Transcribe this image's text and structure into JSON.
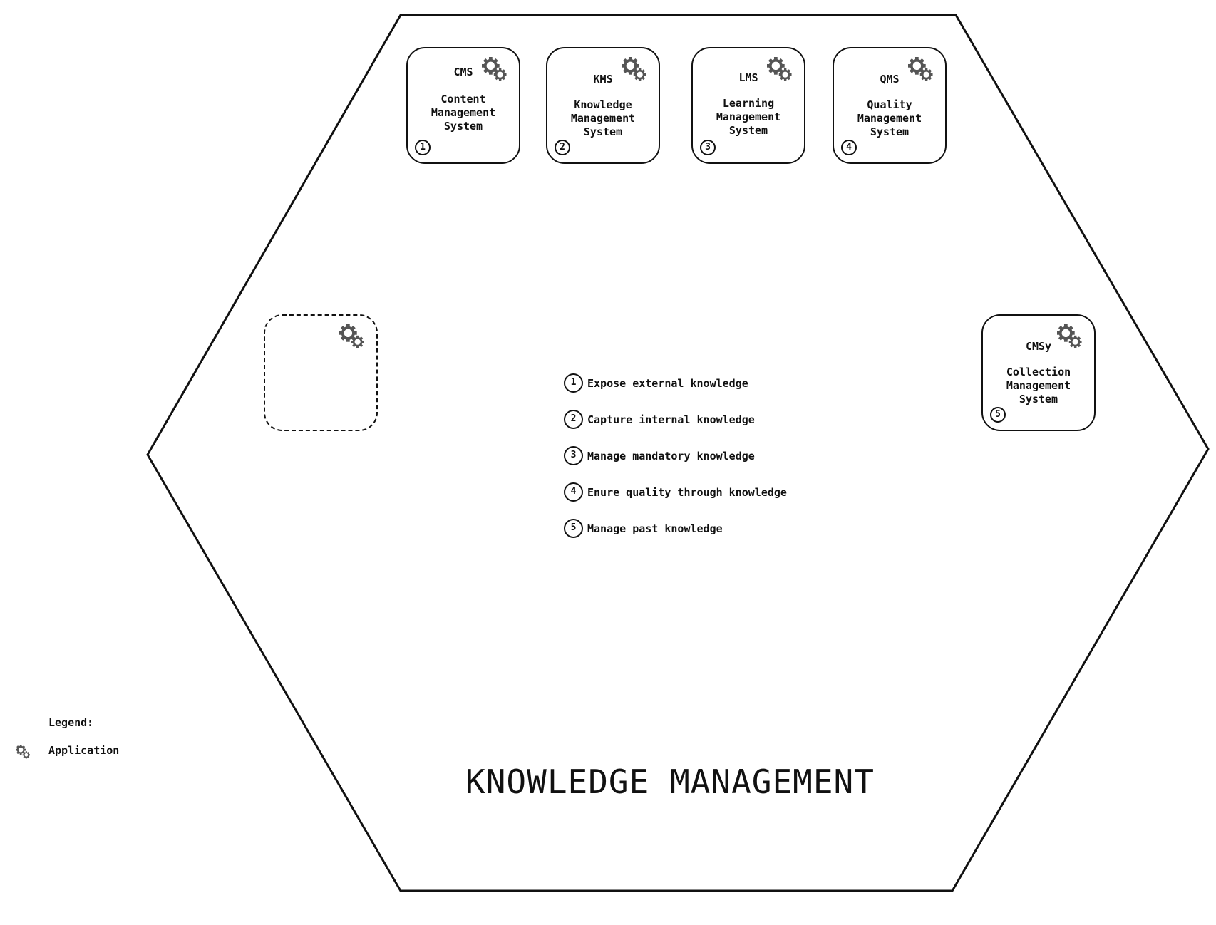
{
  "title": "KNOWLEDGE MANAGEMENT",
  "applications": [
    {
      "abbr": "CMS",
      "name": "Content Management System",
      "number": "1"
    },
    {
      "abbr": "KMS",
      "name": "Knowledge Management System",
      "number": "2"
    },
    {
      "abbr": "LMS",
      "name": "Learning Management System",
      "number": "3"
    },
    {
      "abbr": "QMS",
      "name": "Quality Management System",
      "number": "4"
    },
    {
      "abbr": "CMSy",
      "name": "Collection Management System",
      "number": "5"
    }
  ],
  "goals": [
    {
      "number": "1",
      "text": "Expose external knowledge"
    },
    {
      "number": "2",
      "text": "Capture internal knowledge"
    },
    {
      "number": "3",
      "text": "Manage mandatory knowledge"
    },
    {
      "number": "4",
      "text": "Enure quality through knowledge"
    },
    {
      "number": "5",
      "text": "Manage past knowledge"
    }
  ],
  "legend": {
    "title": "Legend:",
    "items": [
      {
        "icon": "gear-icon",
        "label": "Application"
      }
    ]
  },
  "colors": {
    "stroke": "#111111",
    "gear": "#555555"
  }
}
